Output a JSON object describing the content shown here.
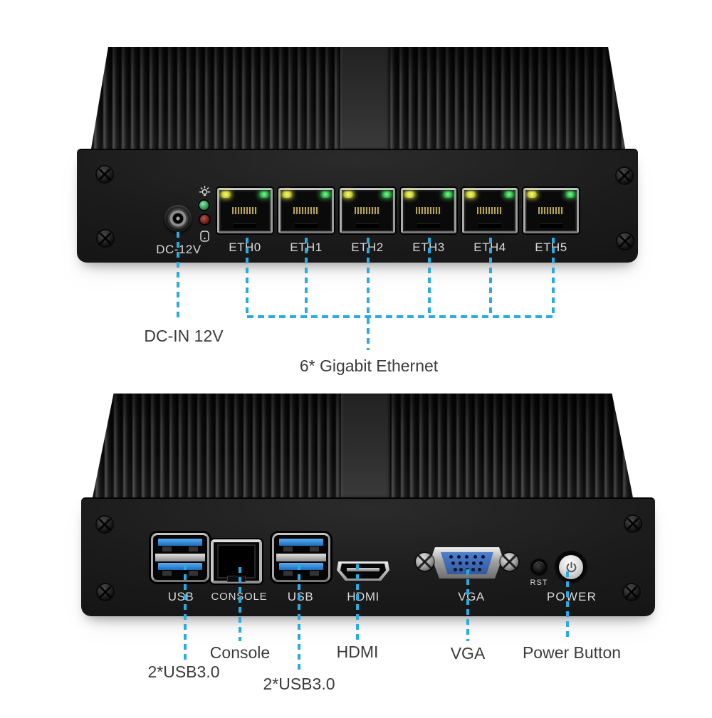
{
  "front_panel": {
    "dc_label": "DC-12V",
    "eth": [
      "ETH0",
      "ETH1",
      "ETH2",
      "ETH3",
      "ETH4",
      "ETH5"
    ]
  },
  "rear_panel": {
    "usb_left": "USB",
    "console": "CONSOLE",
    "usb_right": "USB",
    "hdmi": "HDMI",
    "vga": "VGA",
    "rst": "RST",
    "power": "POWER"
  },
  "annotations": {
    "dc_in": "DC-IN 12V",
    "gigabit": "6* Gigabit Ethernet",
    "usb_left": "2*USB3.0",
    "console": "Console",
    "usb_right": "2*USB3.0",
    "hdmi": "HDMI",
    "vga": "VGA",
    "power_button": "Power Button"
  },
  "colors": {
    "callout_line": "#29abe2",
    "annotation_text": "#3b3b3b",
    "panel_label_text": "#d8d8d8",
    "usb_port_blue": "#1d6dbd",
    "vga_connector_blue": "#33599e",
    "eth_led_yellow": "#c9d12c",
    "eth_led_green": "#2eb54a",
    "power_led_green": "#2f9e55",
    "hdd_led_red": "#6d1f16",
    "chassis_black": "#161616"
  }
}
